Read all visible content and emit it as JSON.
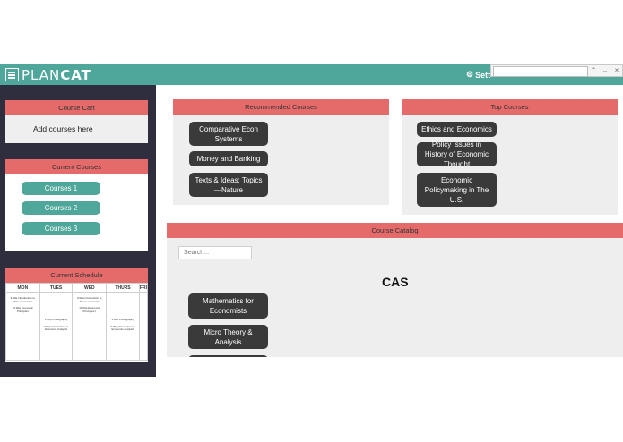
{
  "app": {
    "logo_text_light": "PLAN",
    "logo_text_bold": "CAT"
  },
  "nav": {
    "settings_label": "Sett"
  },
  "findbar": {
    "value": ""
  },
  "sidebar": {
    "course_cart": {
      "title": "Course Cart",
      "empty_text": "Add courses here"
    },
    "current_courses": {
      "title": "Current Courses",
      "items": [
        "Courses 1",
        "Courses 2",
        "Courses 3"
      ]
    },
    "current_schedule": {
      "title": "Current Schedule",
      "days": [
        "MON",
        "TUES",
        "WED",
        "THURS",
        "FRI"
      ],
      "events": {
        "mon": [
          "9:00a Introduction to Microeconomics",
          "10:00a Economic Principles"
        ],
        "tues": [
          "1:00p Photography",
          "3:00p Introduction to Economic Analysis"
        ],
        "wed": [
          "9:00a Introduction to Microeconomics",
          "10:00a Economic Principles I"
        ],
        "thurs": [
          "1:00p Photography",
          "3:00p Introduction to Economic Analysis"
        ]
      }
    }
  },
  "recommended": {
    "title": "Recommended Courses",
    "items": [
      "Comparative Econ Systems",
      "Money and Banking",
      "Texts & Ideas: Topics —Nature"
    ]
  },
  "top_courses": {
    "title": "Top Courses",
    "items": [
      "Ethics and Economics",
      "Policy Issues in History of Economic Thought",
      "Economic Policymaking in The U.S."
    ]
  },
  "catalog": {
    "title": "Course Catalog",
    "search_placeholder": "Search...",
    "section": "CAS",
    "items": [
      "Mathematics for Economists",
      "Micro Theory & Analysis",
      ""
    ]
  },
  "colors": {
    "nav": "#4fa69a",
    "sidebar": "#2f2e3f",
    "header": "#e56b6b",
    "course_button": "#3a3a3a"
  }
}
